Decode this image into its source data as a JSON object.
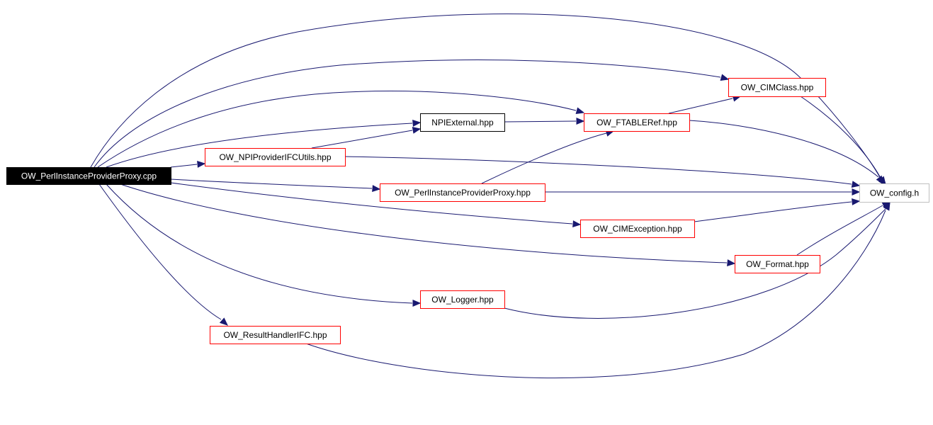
{
  "colors": {
    "edge": "#191970",
    "root_fill": "#000000",
    "root_text": "#ffffff",
    "doc_border": "#ff0000",
    "undoc_border": "#000000",
    "external_border": "#bfbfbf",
    "node_fill": "#ffffff",
    "node_text": "#000000"
  },
  "nodes": {
    "root": {
      "label": "OW_PerlInstanceProviderProxy.cpp",
      "style": "root"
    },
    "npiutils": {
      "label": "OW_NPIProviderIFCUtils.hpp",
      "style": "doc"
    },
    "npiext": {
      "label": "NPIExternal.hpp",
      "style": "undoc"
    },
    "ftable": {
      "label": "OW_FTABLERef.hpp",
      "style": "doc"
    },
    "cimclass": {
      "label": "OW_CIMClass.hpp",
      "style": "doc"
    },
    "perlhpp": {
      "label": "OW_PerlInstanceProviderProxy.hpp",
      "style": "doc"
    },
    "cimexc": {
      "label": "OW_CIMException.hpp",
      "style": "doc"
    },
    "format": {
      "label": "OW_Format.hpp",
      "style": "doc"
    },
    "logger": {
      "label": "OW_Logger.hpp",
      "style": "doc"
    },
    "result": {
      "label": "OW_ResultHandlerIFC.hpp",
      "style": "doc"
    },
    "config": {
      "label": "OW_config.h",
      "style": "external"
    }
  },
  "edges": [
    {
      "from": "root",
      "to": "config"
    },
    {
      "from": "root",
      "to": "cimclass"
    },
    {
      "from": "root",
      "to": "ftable"
    },
    {
      "from": "root",
      "to": "npiext"
    },
    {
      "from": "root",
      "to": "npiutils"
    },
    {
      "from": "root",
      "to": "perlhpp"
    },
    {
      "from": "root",
      "to": "cimexc"
    },
    {
      "from": "root",
      "to": "format"
    },
    {
      "from": "root",
      "to": "logger"
    },
    {
      "from": "root",
      "to": "result"
    },
    {
      "from": "npiutils",
      "to": "npiext"
    },
    {
      "from": "npiutils",
      "to": "config"
    },
    {
      "from": "npiext",
      "to": "ftable"
    },
    {
      "from": "ftable",
      "to": "cimclass"
    },
    {
      "from": "ftable",
      "to": "config"
    },
    {
      "from": "cimclass",
      "to": "config"
    },
    {
      "from": "perlhpp",
      "to": "ftable"
    },
    {
      "from": "perlhpp",
      "to": "config"
    },
    {
      "from": "cimexc",
      "to": "config"
    },
    {
      "from": "format",
      "to": "config"
    },
    {
      "from": "logger",
      "to": "config"
    },
    {
      "from": "result",
      "to": "config"
    }
  ]
}
